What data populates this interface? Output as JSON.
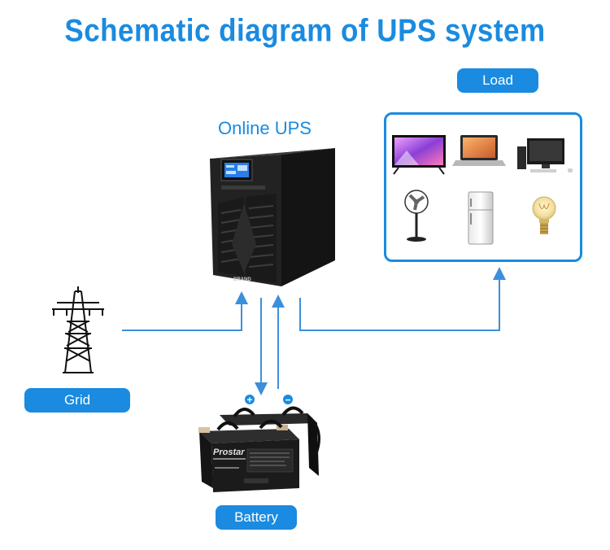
{
  "title": "Schematic diagram of UPS system",
  "ups": {
    "label": "Online UPS",
    "brand": "BRAND"
  },
  "labels": {
    "load": "Load",
    "grid": "Grid",
    "battery": "Battery"
  },
  "battery": {
    "brand": "Prostar"
  },
  "terminals": {
    "positive": "+",
    "negative": "−"
  },
  "load_items": [
    "tv-icon",
    "laptop-icon",
    "desktop-computer-icon",
    "fan-icon",
    "refrigerator-icon",
    "light-bulb-icon"
  ],
  "colors": {
    "accent": "#1a8be0",
    "line": "#3b8fdc",
    "device": "#1c1c1c"
  }
}
